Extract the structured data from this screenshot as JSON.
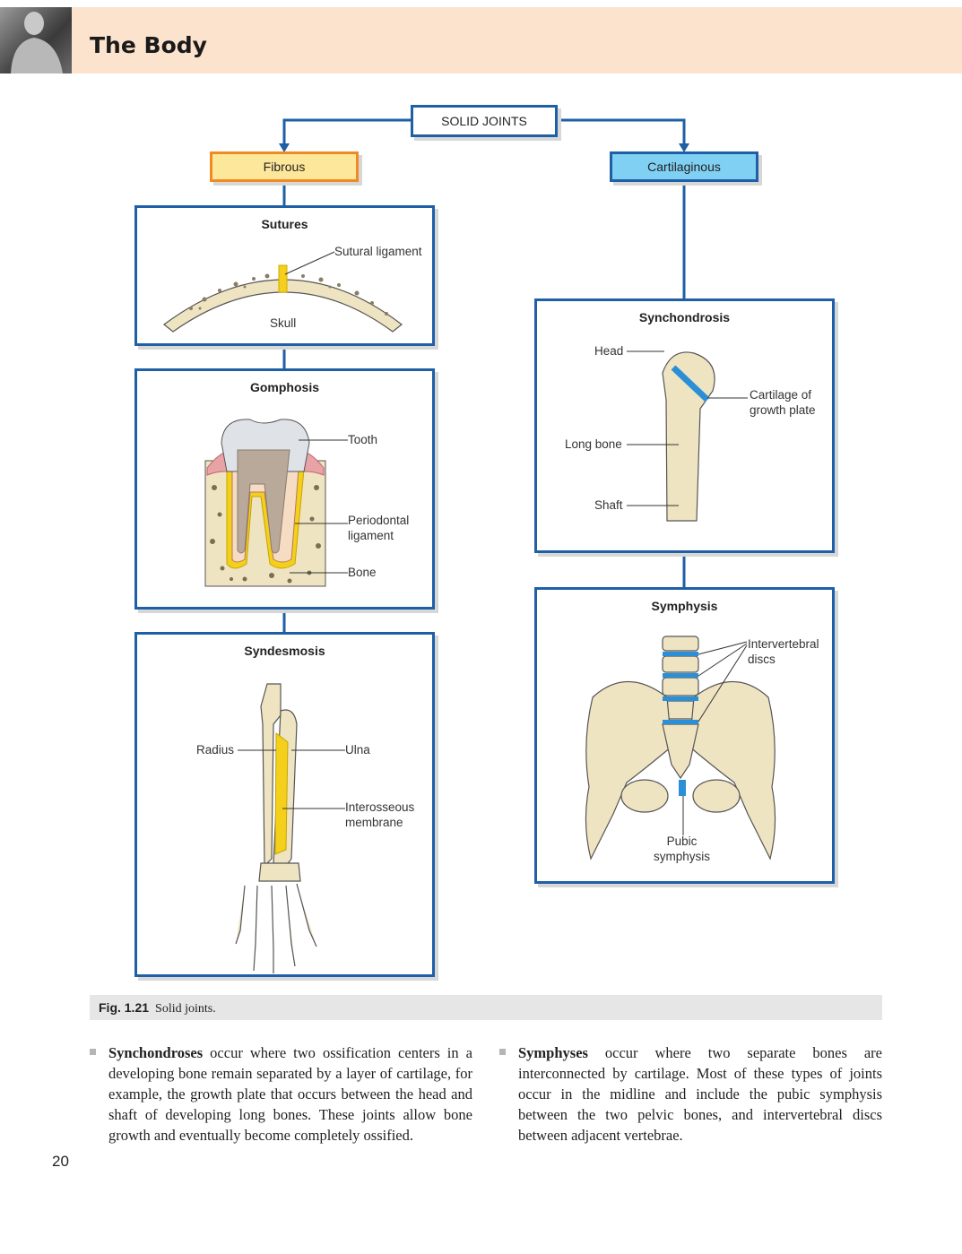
{
  "header": {
    "title": "The Body"
  },
  "diagram": {
    "root": "SOLID JOINTS",
    "fibrous": "Fibrous",
    "cartilaginous": "Cartilaginous",
    "sutures": {
      "title": "Sutures",
      "labels": {
        "ligament": "Sutural ligament",
        "skull": "Skull"
      }
    },
    "gomphosis": {
      "title": "Gomphosis",
      "labels": {
        "tooth": "Tooth",
        "periodontal": "Periodontal\nligament",
        "bone": "Bone"
      }
    },
    "syndesmosis": {
      "title": "Syndesmosis",
      "labels": {
        "radius": "Radius",
        "ulna": "Ulna",
        "membrane": "Interosseous\nmembrane"
      }
    },
    "synchondrosis": {
      "title": "Synchondrosis",
      "labels": {
        "head": "Head",
        "cartilage": "Cartilage of\ngrowth plate",
        "long_bone": "Long bone",
        "shaft": "Shaft"
      }
    },
    "symphysis": {
      "title": "Symphysis",
      "labels": {
        "discs": "Intervertebral\ndiscs",
        "pubic": "Pubic\nsymphysis"
      }
    },
    "colors": {
      "line": "#1f5fa6",
      "fibrous_fill": "#fde79a",
      "fibrous_border": "#f08a24",
      "cart_fill": "#7fd0f3",
      "cart_border": "#1f8fd3",
      "bone": "#efe4c2",
      "blue_cartilage": "#2a8fd6",
      "yellow": "#f4cf1b"
    }
  },
  "caption": {
    "fig": "Fig. 1.21",
    "text": "Solid joints."
  },
  "body": {
    "left": {
      "term": "Synchondroses",
      "text": " occur where two ossification centers in a developing bone remain separated by a layer of cartilage, for example, the growth plate that occurs between the head and shaft of developing long bones. These joints allow bone growth and eventually become completely ossified."
    },
    "right": {
      "term": "Symphyses",
      "text": " occur where two separate bones are interconnected by cartilage. Most of these types of joints occur in the midline and include the pubic symphysis between the two pelvic bones, and intervertebral discs between adjacent vertebrae."
    }
  },
  "page_number": "20"
}
